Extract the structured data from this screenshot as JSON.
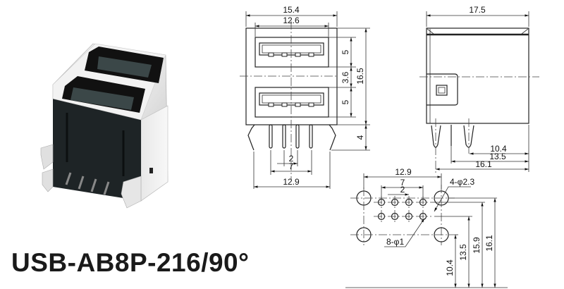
{
  "title": "USB-AB8P-216/90°",
  "front_view": {
    "overall_width": "15.4",
    "port_width": "12.6",
    "port_height_top": "5",
    "port_gap": "3.6",
    "port_height_bottom": "5",
    "overall_height": "16.5",
    "pin_length": "4",
    "pin_pitch": "2",
    "pin_span": "7",
    "leg_span": "12.9"
  },
  "side_view": {
    "depth": "17.5",
    "dim_a": "10.4",
    "dim_b": "13.5",
    "dim_c": "16.1"
  },
  "footprint": {
    "width": "12.9",
    "pin_span": "7",
    "pin_pitch": "2",
    "big_hole_label": "4-φ2.3",
    "small_hole_label": "8-φ1",
    "dim_a": "10.4",
    "dim_b": "13.5",
    "dim_c": "15.9",
    "dim_d": "16.1"
  }
}
